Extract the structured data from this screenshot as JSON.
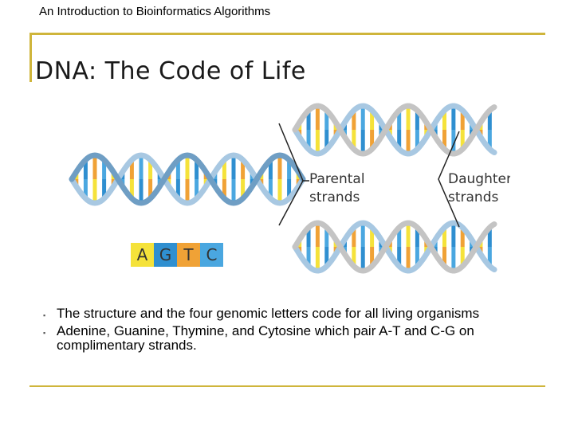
{
  "header": {
    "text": "An Introduction to Bioinformatics Algorithms"
  },
  "title": "DNA: The Code of Life",
  "figure": {
    "labels": {
      "parental": [
        "Parental",
        "strands"
      ],
      "daughter": [
        "Daughter",
        "strands"
      ]
    },
    "bases": [
      {
        "letter": "A",
        "color": "#f5e23a"
      },
      {
        "letter": "G",
        "color": "#2f8fd0"
      },
      {
        "letter": "T",
        "color": "#f0a236"
      },
      {
        "letter": "C",
        "color": "#4aa7e0"
      }
    ],
    "colors": {
      "backbone": "#a8c8e2",
      "backbone_dark": "#6f9ec4",
      "new_strand": "#c4c4c4"
    }
  },
  "bullets": [
    "The structure and the four genomic letters code for all living organisms",
    "Adenine, Guanine, Thymine, and Cytosine which pair A-T and C-G on complimentary strands."
  ],
  "theme": {
    "accent": "#cfb53b"
  }
}
